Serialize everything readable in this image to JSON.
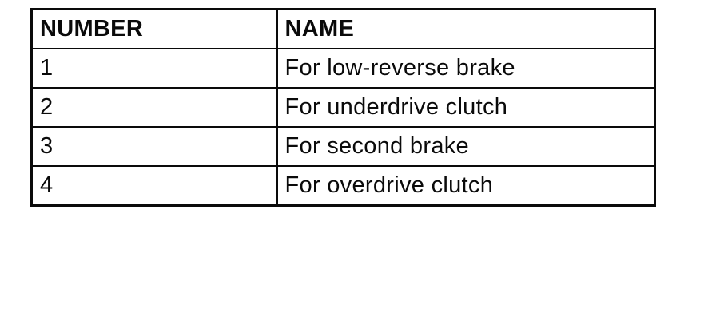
{
  "table": {
    "headers": [
      "NUMBER",
      "NAME"
    ],
    "rows": [
      {
        "number": "1",
        "name": "For low-reverse brake"
      },
      {
        "number": "2",
        "name": "For underdrive clutch"
      },
      {
        "number": "3",
        "name": "For second brake"
      },
      {
        "number": "4",
        "name": "For overdrive clutch"
      }
    ]
  }
}
